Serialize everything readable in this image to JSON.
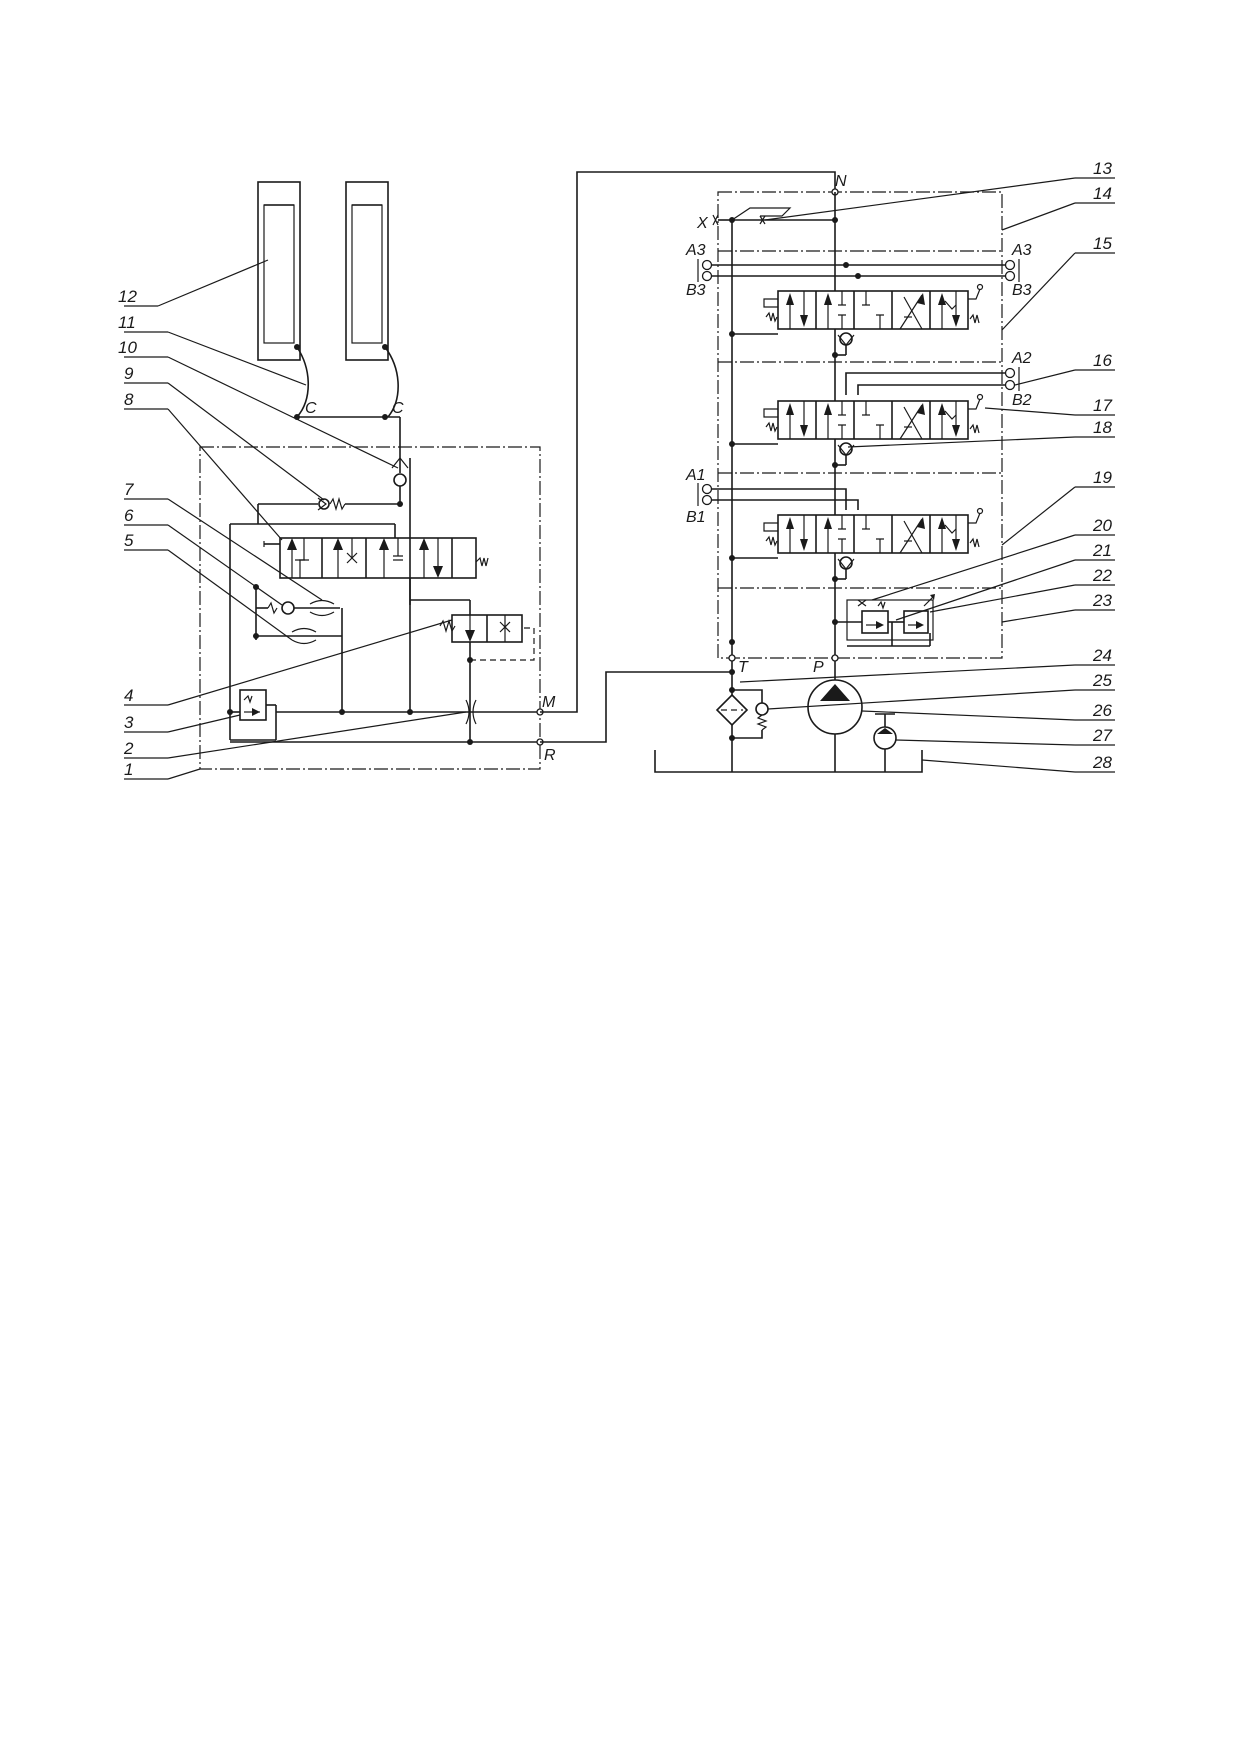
{
  "callouts": [
    "1",
    "2",
    "3",
    "4",
    "5",
    "6",
    "7",
    "8",
    "9",
    "10",
    "11",
    "12",
    "13",
    "14",
    "15",
    "16",
    "17",
    "18",
    "19",
    "20",
    "21",
    "22",
    "23",
    "24",
    "25",
    "26",
    "27",
    "28"
  ],
  "ports": {
    "c_left": "C",
    "c_right": "C",
    "m": "M",
    "r": "R",
    "n": "N",
    "x": "X",
    "t": "T",
    "p": "P",
    "a3_left": "A3",
    "b3_left": "B3",
    "a3_right": "A3",
    "b3_right": "B3",
    "a2": "A2",
    "b2": "B2",
    "a1": "A1",
    "b1": "B1"
  }
}
